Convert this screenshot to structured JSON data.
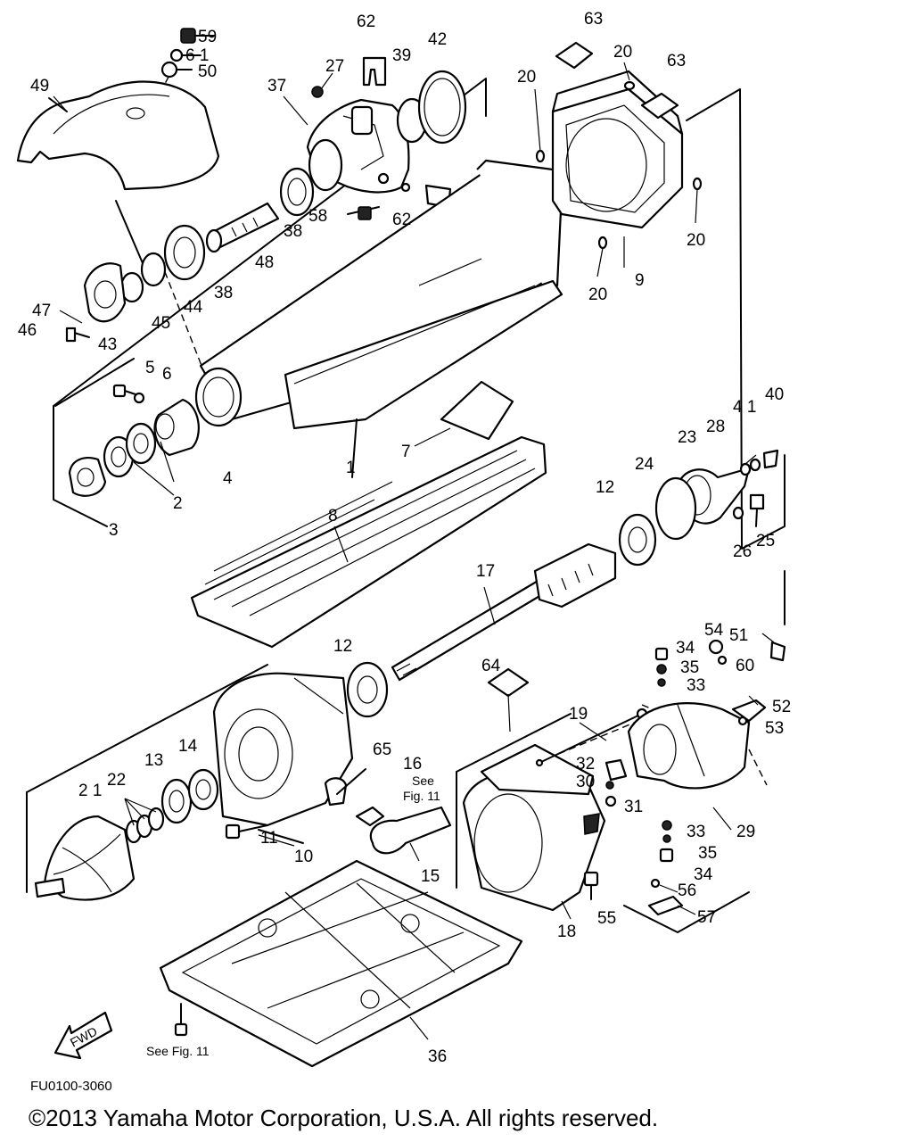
{
  "diagram": {
    "callouts": [
      {
        "id": "59",
        "text": "59"
      },
      {
        "id": "61",
        "text": "6 1"
      },
      {
        "id": "50",
        "text": "50"
      },
      {
        "id": "49",
        "text": "49"
      },
      {
        "id": "62a",
        "text": "62"
      },
      {
        "id": "27",
        "text": "27"
      },
      {
        "id": "39",
        "text": "39"
      },
      {
        "id": "42",
        "text": "42"
      },
      {
        "id": "37",
        "text": "37"
      },
      {
        "id": "63a",
        "text": "63"
      },
      {
        "id": "20a",
        "text": "20"
      },
      {
        "id": "20b",
        "text": "20"
      },
      {
        "id": "63b",
        "text": "63"
      },
      {
        "id": "58",
        "text": "58"
      },
      {
        "id": "62b",
        "text": "62"
      },
      {
        "id": "38a",
        "text": "38"
      },
      {
        "id": "38b",
        "text": "38"
      },
      {
        "id": "48",
        "text": "48"
      },
      {
        "id": "20c",
        "text": "20"
      },
      {
        "id": "20d",
        "text": "20"
      },
      {
        "id": "9",
        "text": "9"
      },
      {
        "id": "47",
        "text": "47"
      },
      {
        "id": "46",
        "text": "46"
      },
      {
        "id": "45",
        "text": "45"
      },
      {
        "id": "44",
        "text": "44"
      },
      {
        "id": "43",
        "text": "43"
      },
      {
        "id": "5",
        "text": "5"
      },
      {
        "id": "6",
        "text": "6"
      },
      {
        "id": "4",
        "text": "4"
      },
      {
        "id": "2",
        "text": "2"
      },
      {
        "id": "3",
        "text": "3"
      },
      {
        "id": "7",
        "text": "7"
      },
      {
        "id": "1",
        "text": "1"
      },
      {
        "id": "8",
        "text": "8"
      },
      {
        "id": "40",
        "text": "40"
      },
      {
        "id": "41",
        "text": "4 1"
      },
      {
        "id": "28",
        "text": "28"
      },
      {
        "id": "23",
        "text": "23"
      },
      {
        "id": "24",
        "text": "24"
      },
      {
        "id": "12a",
        "text": "12"
      },
      {
        "id": "26",
        "text": "26"
      },
      {
        "id": "25",
        "text": "25"
      },
      {
        "id": "17",
        "text": "17"
      },
      {
        "id": "54",
        "text": "54"
      },
      {
        "id": "51",
        "text": "51"
      },
      {
        "id": "34a",
        "text": "34"
      },
      {
        "id": "35a",
        "text": "35"
      },
      {
        "id": "60",
        "text": "60"
      },
      {
        "id": "33a",
        "text": "33"
      },
      {
        "id": "52",
        "text": "52"
      },
      {
        "id": "53",
        "text": "53"
      },
      {
        "id": "12b",
        "text": "12"
      },
      {
        "id": "64",
        "text": "64"
      },
      {
        "id": "19",
        "text": "19"
      },
      {
        "id": "65",
        "text": "65"
      },
      {
        "id": "16",
        "text": "16"
      },
      {
        "id": "13",
        "text": "13"
      },
      {
        "id": "14",
        "text": "14"
      },
      {
        "id": "22",
        "text": "22"
      },
      {
        "id": "21",
        "text": "2 1"
      },
      {
        "id": "32",
        "text": "32"
      },
      {
        "id": "30",
        "text": "30"
      },
      {
        "id": "31",
        "text": "31"
      },
      {
        "id": "29",
        "text": "29"
      },
      {
        "id": "33b",
        "text": "33"
      },
      {
        "id": "35b",
        "text": "35"
      },
      {
        "id": "34b",
        "text": "34"
      },
      {
        "id": "11",
        "text": "11"
      },
      {
        "id": "10",
        "text": "10"
      },
      {
        "id": "15",
        "text": "15"
      },
      {
        "id": "56",
        "text": "56"
      },
      {
        "id": "57",
        "text": "57"
      },
      {
        "id": "55",
        "text": "55"
      },
      {
        "id": "18",
        "text": "18"
      },
      {
        "id": "36",
        "text": "36"
      }
    ],
    "see_fig_16_line1": "See",
    "see_fig_16_line2": "Fig. 11",
    "see_fig_bottom": "See Fig. 11",
    "fwd_label": "FWD",
    "drawing_code": "FU0100-3060"
  },
  "copyright": "©2013 Yamaha Motor Corporation, U.S.A. All rights reserved."
}
